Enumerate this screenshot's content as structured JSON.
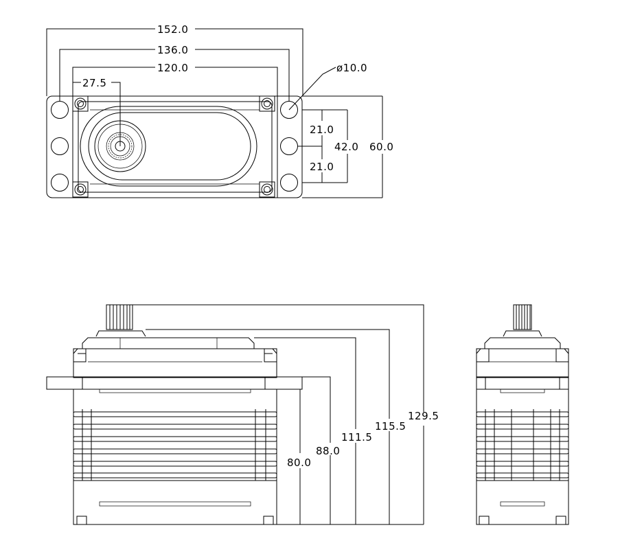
{
  "top_view": {
    "dim_overall_width": "152.0",
    "dim_hole_pitch_outer": "136.0",
    "dim_hole_pitch_inner": "120.0",
    "dim_shaft_offset": "27.5",
    "dim_hole_diameter": "ø10.0",
    "dim_hole_spacing_upper": "21.0",
    "dim_hole_spacing_lower": "21.0",
    "dim_hole_span": "42.0",
    "dim_overall_depth": "60.0"
  },
  "front_view": {
    "dim_mount_height": "80.0",
    "dim_flange_height": "88.0",
    "dim_body_height": "111.5",
    "dim_cap_height": "115.5",
    "dim_total_height": "129.5"
  },
  "colors": {
    "line": "#000000",
    "background": "#ffffff"
  }
}
